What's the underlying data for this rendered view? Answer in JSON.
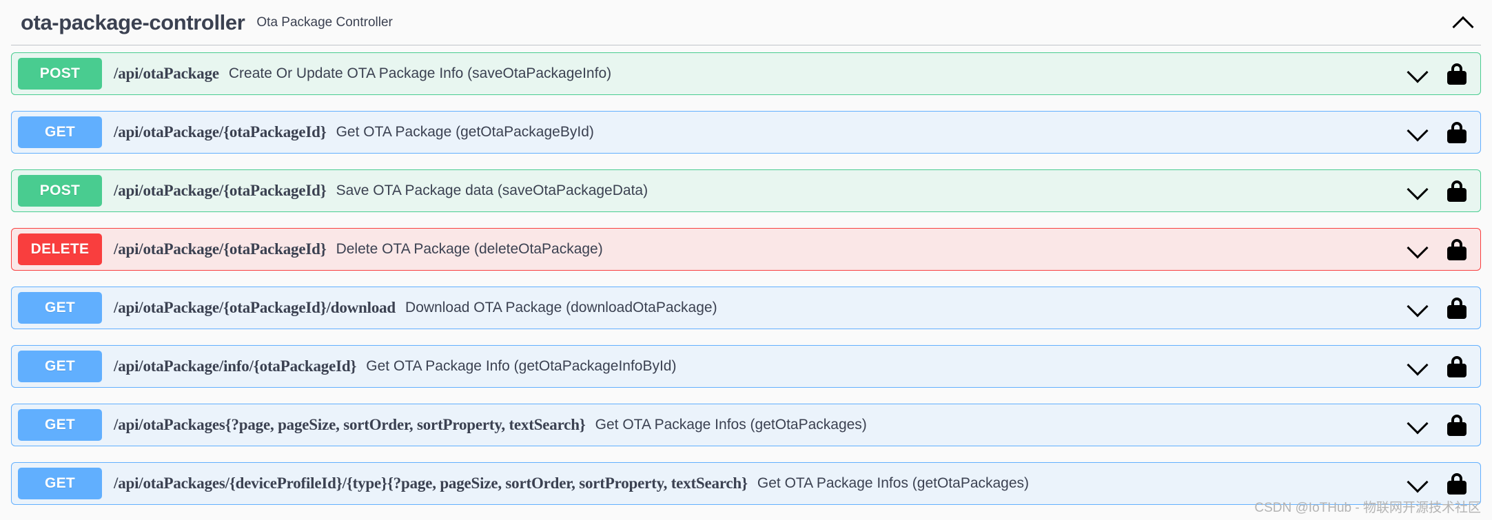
{
  "header": {
    "title": "ota-package-controller",
    "description": "Ota Package Controller",
    "collapse_icon": "chevron-up-icon"
  },
  "colors": {
    "get": "#61affe",
    "get_bg": "#ebf3fb",
    "post": "#49cc90",
    "post_bg": "#e8f6f0",
    "delete": "#f93e3e",
    "delete_bg": "#fae7e7",
    "page_bg": "#fafafa",
    "text": "#3b4151"
  },
  "operations": [
    {
      "method": "POST",
      "method_class": "post",
      "path": "/api/otaPackage",
      "summary": "Create Or Update OTA Package Info (saveOtaPackageInfo)",
      "expand_icon": "chevron-down-icon",
      "auth_icon": "lock-icon"
    },
    {
      "method": "GET",
      "method_class": "get",
      "path": "/api/otaPackage/{otaPackageId}",
      "summary": "Get OTA Package (getOtaPackageById)",
      "expand_icon": "chevron-down-icon",
      "auth_icon": "lock-icon"
    },
    {
      "method": "POST",
      "method_class": "post",
      "path": "/api/otaPackage/{otaPackageId}",
      "summary": "Save OTA Package data (saveOtaPackageData)",
      "expand_icon": "chevron-down-icon",
      "auth_icon": "lock-icon"
    },
    {
      "method": "DELETE",
      "method_class": "delete",
      "path": "/api/otaPackage/{otaPackageId}",
      "summary": "Delete OTA Package (deleteOtaPackage)",
      "expand_icon": "chevron-down-icon",
      "auth_icon": "lock-icon"
    },
    {
      "method": "GET",
      "method_class": "get",
      "path": "/api/otaPackage/{otaPackageId}/download",
      "summary": "Download OTA Package (downloadOtaPackage)",
      "expand_icon": "chevron-down-icon",
      "auth_icon": "lock-icon"
    },
    {
      "method": "GET",
      "method_class": "get",
      "path": "/api/otaPackage/info/{otaPackageId}",
      "summary": "Get OTA Package Info (getOtaPackageInfoById)",
      "expand_icon": "chevron-down-icon",
      "auth_icon": "lock-icon"
    },
    {
      "method": "GET",
      "method_class": "get",
      "path": "/api/otaPackages{?page, pageSize, sortOrder, sortProperty, textSearch}",
      "summary": "Get OTA Package Infos (getOtaPackages)",
      "expand_icon": "chevron-down-icon",
      "auth_icon": "lock-icon"
    },
    {
      "method": "GET",
      "method_class": "get",
      "path": "/api/otaPackages/{deviceProfileId}/{type}{?page, pageSize, sortOrder, sortProperty, textSearch}",
      "summary": "Get OTA Package Infos (getOtaPackages)",
      "expand_icon": "chevron-down-icon",
      "auth_icon": "lock-icon"
    }
  ],
  "watermark": "CSDN @IoTHub - 物联网开源技术社区"
}
